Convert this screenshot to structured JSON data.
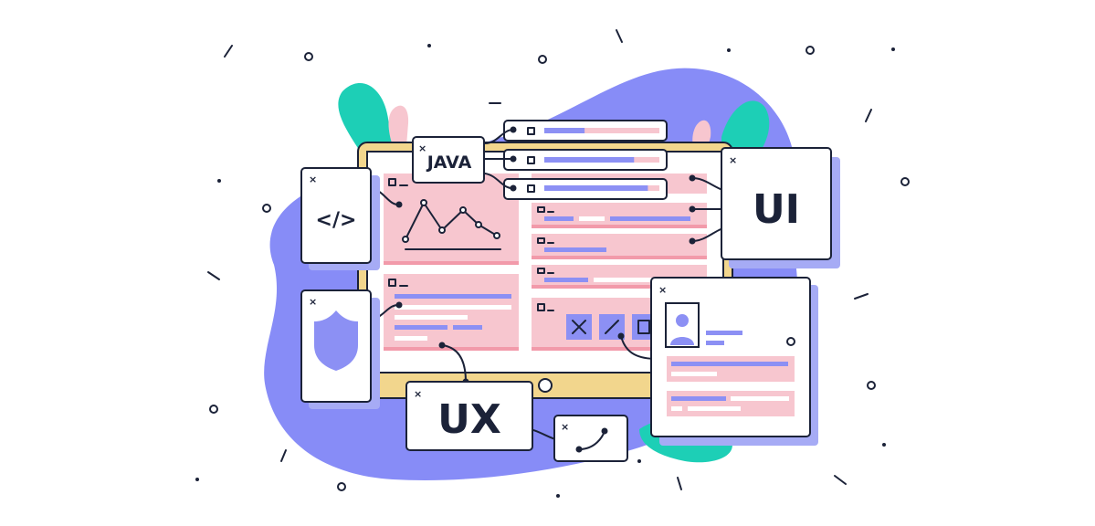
{
  "cards": {
    "java": "JAVA",
    "code": "</>",
    "ui": "UI",
    "ux": "UX"
  },
  "icons": {
    "close": "×",
    "profile": "user-avatar-icon",
    "shield": "shield-icon",
    "chart": "line-chart-icon"
  },
  "colors": {
    "blob": "#878cf7",
    "teal": "#1dcfb6",
    "pink": "#f7c6cf",
    "pink_line": "#f29aaa",
    "purple_bar": "#8c90f4",
    "monitor_frame": "#f2d68d",
    "ink": "#1b2238"
  },
  "progress": [
    0.35,
    0.78,
    0.9
  ]
}
